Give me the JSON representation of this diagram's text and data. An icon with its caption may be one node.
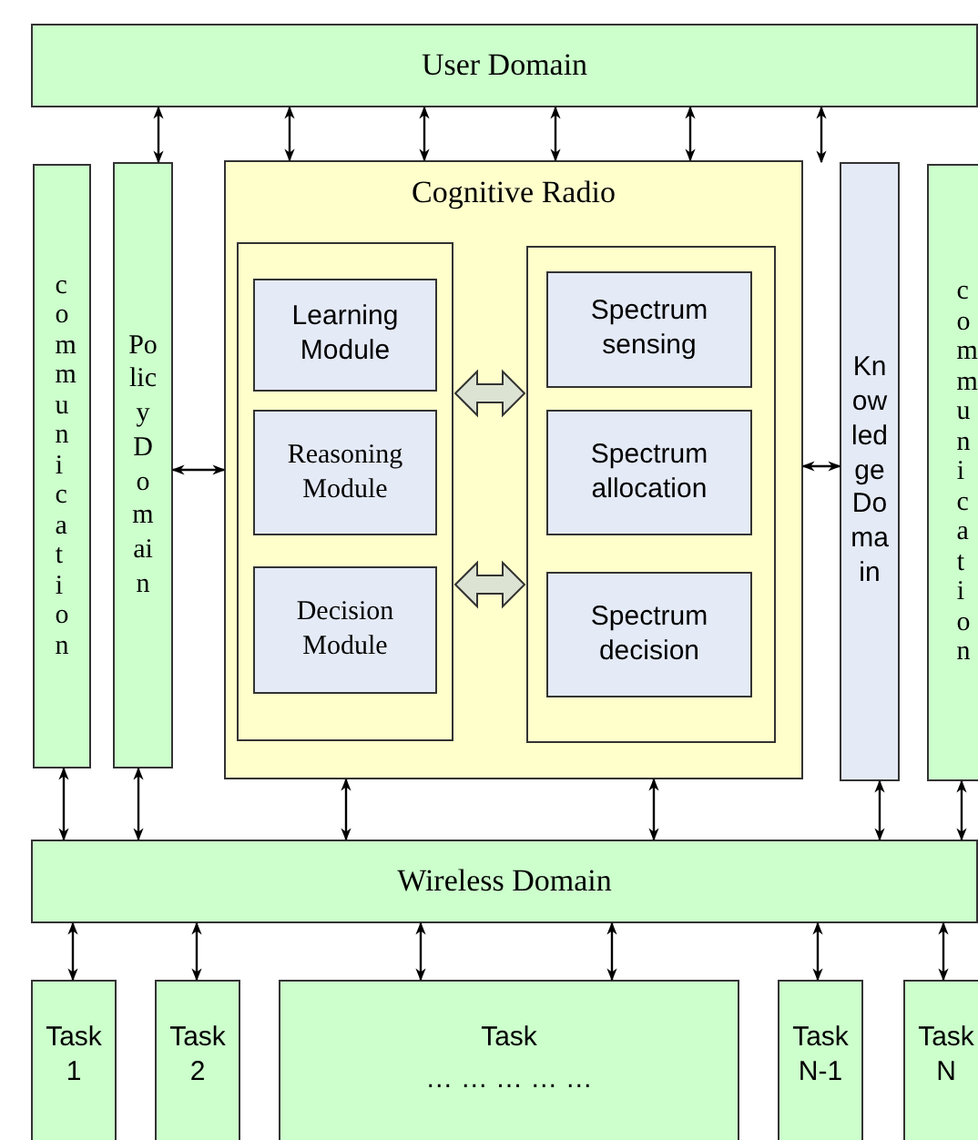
{
  "diagram": {
    "nodes": [
      {
        "text": [
          "User Domain"
        ]
      },
      {
        "text": [
          "communication"
        ]
      },
      {
        "text": [
          "Policy Domain"
        ]
      },
      {
        "text": [
          "Cognitive Radio"
        ]
      },
      {
        "text": [],
        "shape": "box",
        "in": 3
      },
      {
        "text": [
          "Learning Module"
        ],
        "in": 4
      },
      {
        "text": [
          "Reasoning Module"
        ],
        "in": 4
      },
      {
        "text": [
          "Decision Module"
        ],
        "in": 4
      },
      {
        "text": [],
        "shape": "box",
        "in": 3
      },
      {
        "text": [
          "Spectrum sensing"
        ],
        "in": 8
      },
      {
        "text": [
          "Spectrum allocation"
        ],
        "in": 8
      },
      {
        "text": [
          "Spectrum decision"
        ],
        "in": 8
      },
      {
        "text": [
          "Knowledge Domain"
        ]
      },
      {
        "text": [
          "communication"
        ]
      },
      {
        "text": [
          "Wireless Domain"
        ]
      },
      {
        "text": [
          "Task 1"
        ]
      },
      {
        "text": [
          "Task 2"
        ]
      },
      {
        "text": [
          "Task",
          "… … … … …"
        ]
      },
      {
        "text": [
          "Task N-1"
        ]
      },
      {
        "text": [
          "Task N"
        ]
      }
    ],
    "edges": [
      {
        "from": 0,
        "to": 2,
        "arrow": "both"
      },
      {
        "from": 0,
        "to": 3,
        "arrow": "both"
      },
      {
        "from": 0,
        "to": 3,
        "arrow": "both"
      },
      {
        "from": 0,
        "to": 3,
        "arrow": "both"
      },
      {
        "from": 0,
        "to": 3,
        "arrow": "both"
      },
      {
        "from": 0,
        "to": 12,
        "arrow": "both"
      },
      {
        "from": 2,
        "to": 3,
        "arrow": "both"
      },
      {
        "from": 3,
        "to": 12,
        "arrow": "both"
      },
      {
        "from": 1,
        "to": 14,
        "arrow": "both"
      },
      {
        "from": 2,
        "to": 14,
        "arrow": "both"
      },
      {
        "from": 3,
        "to": 14,
        "arrow": "both"
      },
      {
        "from": 3,
        "to": 14,
        "arrow": "both"
      },
      {
        "from": 12,
        "to": 14,
        "arrow": "both"
      },
      {
        "from": 13,
        "to": 14,
        "arrow": "both"
      },
      {
        "from": 14,
        "to": 15,
        "arrow": "both"
      },
      {
        "from": 14,
        "to": 16,
        "arrow": "both"
      },
      {
        "from": 14,
        "to": 17,
        "arrow": "both"
      },
      {
        "from": 14,
        "to": 17,
        "arrow": "both"
      },
      {
        "from": 14,
        "to": 18,
        "arrow": "both"
      },
      {
        "from": 14,
        "to": 19,
        "arrow": "both"
      },
      {
        "from": 4,
        "to": 8,
        "arrow": "both",
        "style": "thick",
        "color": "#dde3d2"
      },
      {
        "from": 4,
        "to": 8,
        "arrow": "both",
        "style": "thick",
        "color": "#dde3d2"
      }
    ]
  }
}
